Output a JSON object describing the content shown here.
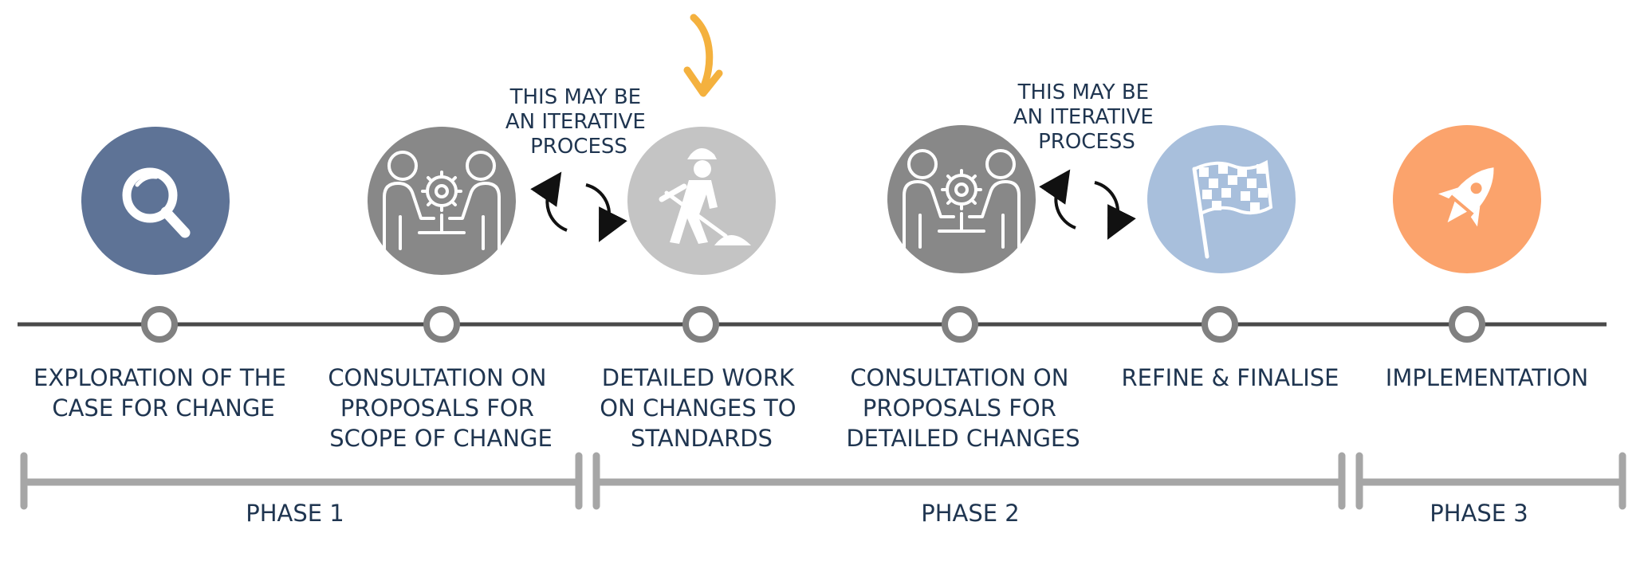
{
  "stages": [
    {
      "icon": "magnifier-icon",
      "color": "#5e7396",
      "label": [
        "EXPLORATION OF THE",
        "CASE FOR CHANGE"
      ]
    },
    {
      "icon": "team-gear-icon",
      "color": "#888888",
      "label": [
        "CONSULTATION ON",
        "PROPOSALS FOR",
        "SCOPE OF CHANGE"
      ]
    },
    {
      "icon": "construction-worker-icon",
      "color": "#c4c4c4",
      "label": [
        "DETAILED WORK",
        "ON CHANGES TO",
        "STANDARDS"
      ]
    },
    {
      "icon": "team-gear-icon",
      "color": "#888888",
      "label": [
        "CONSULTATION ON",
        "PROPOSALS FOR",
        "DETAILED CHANGES"
      ]
    },
    {
      "icon": "checkered-flag-icon",
      "color": "#a8bfdc",
      "label": [
        "REFINE & FINALISE"
      ]
    },
    {
      "icon": "rocket-icon",
      "color": "#fba36c",
      "label": [
        "IMPLEMENTATION"
      ]
    }
  ],
  "iterative_notes": [
    {
      "lines": [
        "THIS MAY BE",
        "AN ITERATIVE",
        "PROCESS"
      ],
      "icon": "cycle-arrows-icon"
    },
    {
      "lines": [
        "THIS MAY BE",
        "AN ITERATIVE",
        "PROCESS"
      ],
      "icon": "cycle-arrows-icon"
    }
  ],
  "current_marker": {
    "icon": "down-arrow-icon",
    "color": "#f4b13e"
  },
  "phases": [
    {
      "label": "PHASE 1"
    },
    {
      "label": "PHASE 2"
    },
    {
      "label": "PHASE 3"
    }
  ],
  "colors": {
    "timeline": "#4a4a4a",
    "node_ring": "#808080",
    "bracket": "#a6a6a6",
    "text": "#1f3550"
  }
}
